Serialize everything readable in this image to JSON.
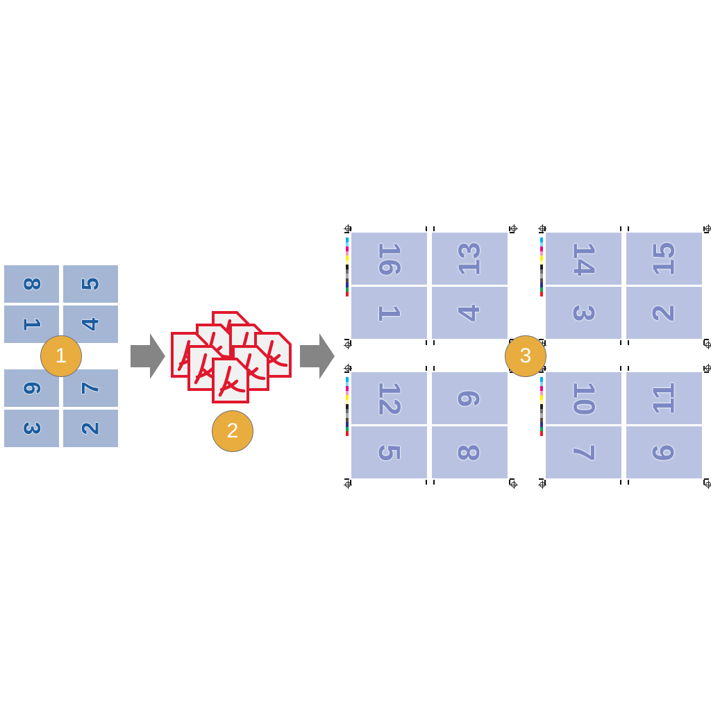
{
  "step1": {
    "badge": "1",
    "pages": [
      "8",
      "5",
      "1",
      "4",
      "6",
      "7",
      "3",
      "2"
    ]
  },
  "step2": {
    "badge": "2",
    "icon": "pdf-file-icon",
    "icon_count": 8
  },
  "step3": {
    "badge": "3",
    "sheets": [
      {
        "pages": [
          "16",
          "13",
          "1",
          "4"
        ]
      },
      {
        "pages": [
          "14",
          "15",
          "3",
          "2"
        ]
      },
      {
        "pages": [
          "12",
          "9",
          "5",
          "8"
        ]
      },
      {
        "pages": [
          "10",
          "11",
          "7",
          "6"
        ]
      }
    ]
  },
  "colors": {
    "badge": "#e9ad3f",
    "arrow": "#858585",
    "pdf_red": "#e0182d",
    "left_page": "#a5b6d4",
    "sheet_page": "#b9c3e1",
    "color_bar": [
      "#00aeef",
      "#7fd6f7",
      "#ec008c",
      "#f49ac1",
      "#fff200",
      "#fff799",
      "#231f20",
      "#6d6e71",
      "#a7a9ac",
      "#5a4a42",
      "#2e3192",
      "#00a651",
      "#ed1c24"
    ]
  }
}
